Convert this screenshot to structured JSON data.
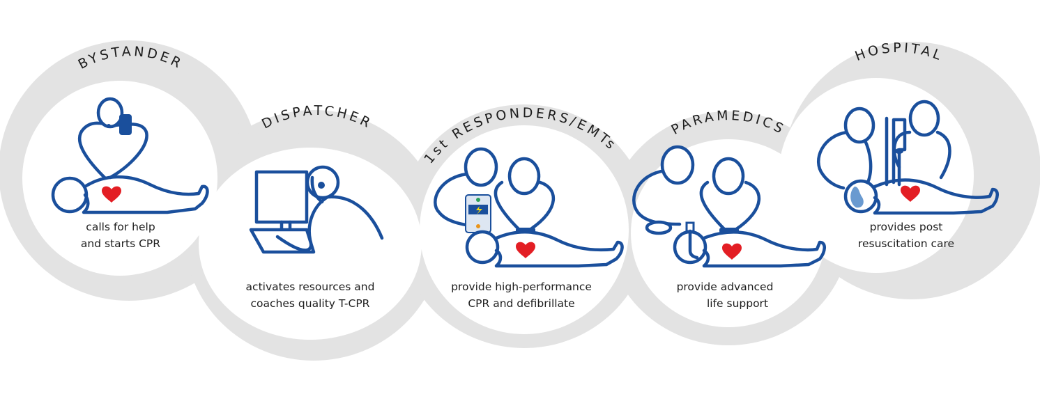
{
  "colors": {
    "ring": "#e3e3e3",
    "line": "#1a4f9c",
    "heart": "#e31e24"
  },
  "stages": [
    {
      "title": "BYSTANDER",
      "caption": [
        "calls for help",
        "and starts CPR"
      ],
      "icon": "bystander-cpr-phone-icon"
    },
    {
      "title": "DISPATCHER",
      "caption": [
        "activates resources and",
        "coaches quality T-CPR"
      ],
      "icon": "dispatcher-headset-computer-icon"
    },
    {
      "title": "1st RESPONDERS/EMTs",
      "caption": [
        "provide high-performance",
        "CPR and defibrillate"
      ],
      "icon": "responders-aed-icon"
    },
    {
      "title": "PARAMEDICS",
      "caption": [
        "provide advanced",
        "life support"
      ],
      "icon": "paramedics-airway-icon"
    },
    {
      "title": "HOSPITAL",
      "caption": [
        "provides post",
        "resuscitation care"
      ],
      "icon": "hospital-iv-icon"
    }
  ]
}
